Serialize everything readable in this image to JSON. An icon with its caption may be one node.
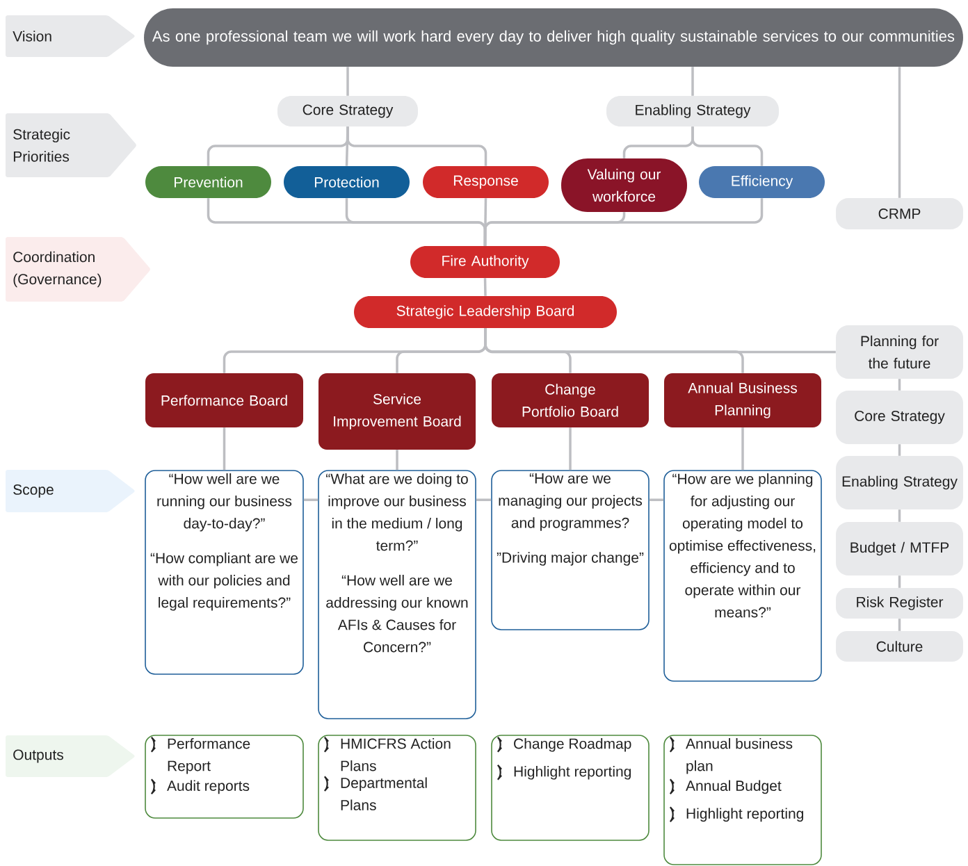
{
  "diagram": {
    "nodes": [
      {
        "text": [
          "Vision"
        ]
      },
      {
        "text": [
          "As one professional team we will work hard every day to deliver high quality sustainable services to our communities"
        ]
      },
      {
        "text": [
          "Strategic Priorities"
        ]
      },
      {
        "text": [
          "Core Strategy"
        ]
      },
      {
        "text": [
          "Enabling Strategy"
        ]
      },
      {
        "text": [
          "Prevention"
        ]
      },
      {
        "text": [
          "Protection"
        ]
      },
      {
        "text": [
          "Response"
        ]
      },
      {
        "text": [
          "Valuing our workforce"
        ]
      },
      {
        "text": [
          "Efficiency"
        ]
      },
      {
        "text": [
          "CRMP"
        ]
      },
      {
        "text": [
          "Coordination (Governance)"
        ]
      },
      {
        "text": [
          "Fire Authority"
        ]
      },
      {
        "text": [
          "Strategic Leadership Board"
        ]
      },
      {
        "text": [
          "Performance Board"
        ]
      },
      {
        "text": [
          "Service Improvement Board"
        ]
      },
      {
        "text": [
          "Change Portfolio Board"
        ]
      },
      {
        "text": [
          "Annual Business Planning"
        ]
      },
      {
        "text": [
          "Planning for the future"
        ]
      },
      {
        "text": [
          "Core Strategy"
        ]
      },
      {
        "text": [
          "Enabling Strategy"
        ]
      },
      {
        "text": [
          "Budget / MTFP"
        ]
      },
      {
        "text": [
          "Risk Register"
        ]
      },
      {
        "text": [
          "Culture"
        ]
      },
      {
        "text": [
          "Scope"
        ]
      },
      {
        "text": [
          "“How well are we running our business day-to-day?”",
          "“How compliant are we with our policies and legal requirements?”"
        ]
      },
      {
        "text": [
          "“What are we doing to improve our business in the medium / long term?”",
          "“How well are we addressing our known AFIs & Causes for Concern?”"
        ]
      },
      {
        "text": [
          "“How are we managing our projects and programmes?",
          "”Driving major change”"
        ]
      },
      {
        "text": [
          "“How are we planning for adjusting our operating model to optimise effectiveness, efficiency and to operate within our means?”"
        ]
      },
      {
        "text": [
          "Outputs"
        ]
      },
      {
        "text": [
          "Performance Report",
          "Audit reports"
        ]
      },
      {
        "text": [
          "HMICFRS Action Plans",
          "Departmental Plans"
        ]
      },
      {
        "text": [
          "Change Roadmap",
          "Highlight reporting"
        ]
      },
      {
        "text": [
          "Annual business plan",
          "Annual Budget",
          "Highlight reporting"
        ]
      }
    ],
    "edges": [
      {
        "from": 1,
        "to": 3,
        "arrow": "none"
      },
      {
        "from": 1,
        "to": 4,
        "arrow": "none"
      },
      {
        "from": 1,
        "to": 10,
        "arrow": "none"
      },
      {
        "from": 3,
        "to": 5,
        "arrow": "none"
      },
      {
        "from": 3,
        "to": 6,
        "arrow": "none"
      },
      {
        "from": 3,
        "to": 7,
        "arrow": "none"
      },
      {
        "from": 4,
        "to": 8,
        "arrow": "none"
      },
      {
        "from": 4,
        "to": 9,
        "arrow": "none"
      },
      {
        "from": 5,
        "to": 12,
        "arrow": "none"
      },
      {
        "from": 6,
        "to": 12,
        "arrow": "none"
      },
      {
        "from": 7,
        "to": 12,
        "arrow": "none"
      },
      {
        "from": 8,
        "to": 12,
        "arrow": "none"
      },
      {
        "from": 9,
        "to": 12,
        "arrow": "none"
      },
      {
        "from": 12,
        "to": 13,
        "arrow": "none"
      },
      {
        "from": 13,
        "to": 14,
        "arrow": "none"
      },
      {
        "from": 13,
        "to": 15,
        "arrow": "none"
      },
      {
        "from": 13,
        "to": 16,
        "arrow": "none"
      },
      {
        "from": 13,
        "to": 17,
        "arrow": "none"
      },
      {
        "from": 13,
        "to": 18,
        "arrow": "none"
      },
      {
        "from": 18,
        "to": 19,
        "arrow": "none"
      },
      {
        "from": 19,
        "to": 20,
        "arrow": "none"
      },
      {
        "from": 20,
        "to": 21,
        "arrow": "none"
      },
      {
        "from": 21,
        "to": 22,
        "arrow": "none"
      },
      {
        "from": 22,
        "to": 23,
        "arrow": "none"
      },
      {
        "from": 14,
        "to": 25,
        "arrow": "none"
      },
      {
        "from": 15,
        "to": 26,
        "arrow": "none"
      },
      {
        "from": 16,
        "to": 27,
        "arrow": "none"
      },
      {
        "from": 17,
        "to": 28,
        "arrow": "none"
      },
      {
        "from": 25,
        "to": 26,
        "arrow": "none"
      },
      {
        "from": 26,
        "to": 27,
        "arrow": "none"
      },
      {
        "from": 27,
        "to": 28,
        "arrow": "none"
      }
    ]
  }
}
